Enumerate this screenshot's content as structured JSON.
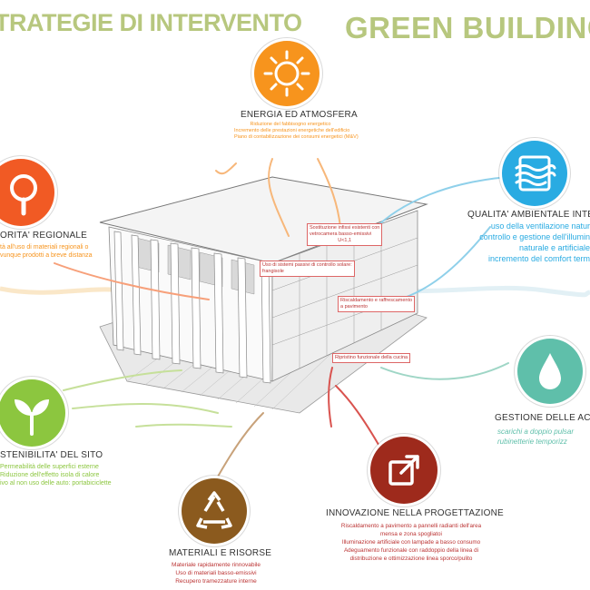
{
  "headings": {
    "left": "TRATEGIE DI INTERVENTO",
    "right": "GREEN BUILDING"
  },
  "colors": {
    "heading_green": "#b7c77e",
    "energy": "#f7941d",
    "region": "#f15a24",
    "site": "#8cc63f",
    "materials": "#8b5a1e",
    "innovation": "#9e2a1c",
    "quality": "#29abe2",
    "water": "#5fbfaa"
  },
  "energy": {
    "icon": "sun-icon",
    "title": "ENERGIA ED ATMOSFERA",
    "lines": [
      "Riduzione del fabbisogno energetico",
      "Incremento delle prestazioni energetiche dell'edificio",
      "Piano di contabilizzazione dei consumi energetici (M&V)"
    ]
  },
  "region": {
    "icon": "magnifier-icon",
    "title": "ORITA' REGIONALE",
    "lines": [
      "tà all'uso di materiali regionali o",
      "vunque prodotti a breve distanza"
    ]
  },
  "quality": {
    "icon": "ventilation-icon",
    "title": "QUALITA' AMBIENTALE INTER",
    "lines": [
      "uso della ventilazione natur",
      "controllo e gestione dell'illumin",
      "naturale e artificiale",
      "incremento del comfort term"
    ]
  },
  "site": {
    "icon": "sprout-icon",
    "title": "STENIBILITA' DEL SITO",
    "lines": [
      "Permeabilità delle superfici esterne",
      "Riduzione dell'effetto isola di calore",
      "ivo al non uso delle auto: portabiciclette"
    ]
  },
  "water": {
    "icon": "water-drop-icon",
    "title": "GESTIONE DELLE ACQ",
    "lines": [
      "scarichi a doppio pulsar",
      "rubinetterie temporizz"
    ]
  },
  "materials": {
    "icon": "recycle-icon",
    "title": "MATERIALI E RISORSE",
    "lines": [
      "Materiale rapidamente rinnovabile",
      "Uso di materiali basso-emissivi",
      "Recupero tramezzature interne"
    ]
  },
  "innovation": {
    "icon": "external-arrow-icon",
    "title": "INNOVAZIONE NELLA PROGETTAZIONE",
    "lines": [
      "Riscaldamento a pavimento a pannelli radianti dell'area",
      "mensa e zona spogliatoi",
      "Illuminazione artificiale con lampade a basso consumo",
      "Adeguamento funzionale con raddoppio della linea di",
      "distribuzione e ottimizzazione  linea sporco/pulito"
    ]
  },
  "notes": {
    "sensors": [
      "Sostituzione infissi esistenti con",
      "vetrocamera basso-emissivi",
      "U<1,1"
    ],
    "shading": [
      "Uso di sistemi passivi di controllo solare:",
      "frangisole"
    ],
    "heating": [
      "Riscaldamento e raffrescamento",
      "a pavimento"
    ],
    "kitchen": [
      "Ripristino funzionale della cucina"
    ]
  }
}
